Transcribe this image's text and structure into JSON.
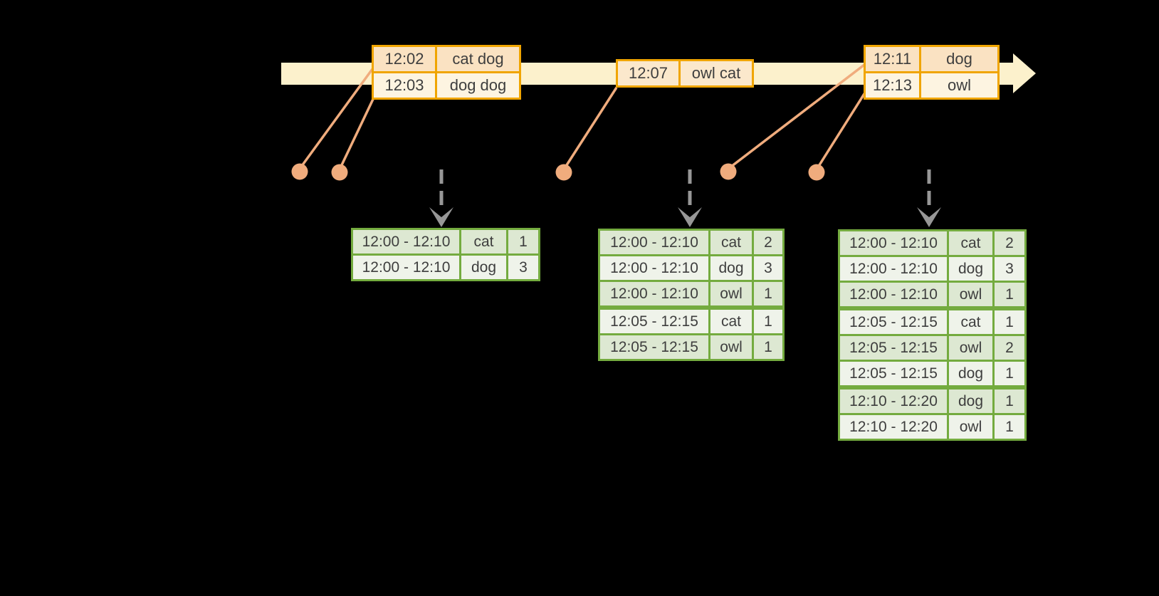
{
  "colors": {
    "background": "#000000",
    "timeline_band": "#FCF1CC",
    "event_border": "#F0A500",
    "event_fill_peach": "#FAE2C2",
    "event_fill_cream": "#FDF4E1",
    "event_fill_single": "#FBE8CC",
    "result_border": "#74AB3F",
    "result_fill_dark": "#DDE8D2",
    "result_fill_light": "#EFF3EA",
    "connector": "#F0AC7D",
    "trigger_arrow": "#979797",
    "text": "#3E3E3E"
  },
  "icons": {
    "timeline_arrow": "right-arrow-band",
    "trigger_arrow": "dashed-down-arrow",
    "event_marker": "dot"
  },
  "event_tables": [
    {
      "rows": [
        {
          "time": "12:02",
          "words": "cat dog"
        },
        {
          "time": "12:03",
          "words": "dog dog"
        }
      ]
    },
    {
      "rows": [
        {
          "time": "12:07",
          "words": "owl cat"
        }
      ]
    },
    {
      "rows": [
        {
          "time": "12:11",
          "words": "dog"
        },
        {
          "time": "12:13",
          "words": "owl"
        }
      ]
    }
  ],
  "result_tables": [
    {
      "rows": [
        [
          "12:00 - 12:10",
          "cat",
          "1"
        ],
        [
          "12:00 - 12:10",
          "dog",
          "3"
        ]
      ]
    },
    {
      "rows": [
        [
          "12:00 - 12:10",
          "cat",
          "2"
        ],
        [
          "12:00 - 12:10",
          "dog",
          "3"
        ],
        [
          "12:00 - 12:10",
          "owl",
          "1"
        ],
        [
          "12:05 - 12:15",
          "cat",
          "1"
        ],
        [
          "12:05 - 12:15",
          "owl",
          "1"
        ]
      ]
    },
    {
      "rows": [
        [
          "12:00 - 12:10",
          "cat",
          "2"
        ],
        [
          "12:00 - 12:10",
          "dog",
          "3"
        ],
        [
          "12:00 - 12:10",
          "owl",
          "1"
        ],
        [
          "12:05 - 12:15",
          "cat",
          "1"
        ],
        [
          "12:05 - 12:15",
          "owl",
          "2"
        ],
        [
          "12:05 - 12:15",
          "dog",
          "1"
        ],
        [
          "12:10 - 12:20",
          "dog",
          "1"
        ],
        [
          "12:10 - 12:20",
          "owl",
          "1"
        ]
      ]
    }
  ]
}
